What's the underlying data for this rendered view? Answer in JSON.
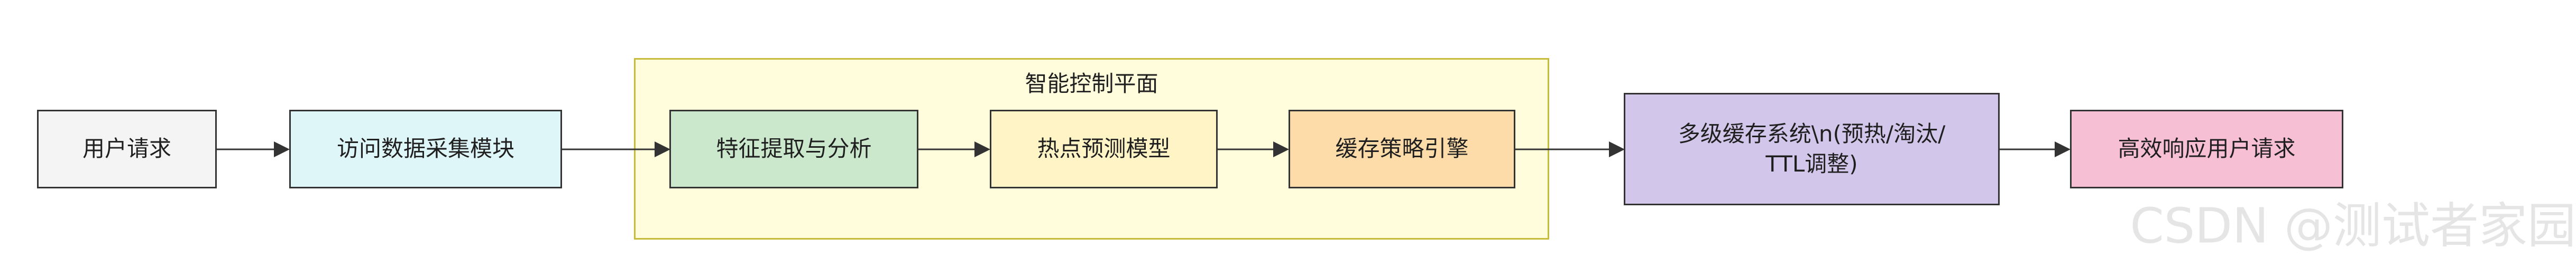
{
  "group": {
    "title": "智能控制平面",
    "color": "#fffddb",
    "border": "#c9bb3a"
  },
  "nodes": {
    "user_request": {
      "label": "用户请求",
      "color": "#f4f4f4"
    },
    "collect_module": {
      "label": "访问数据采集模块",
      "color": "#dff6f8"
    },
    "feature_extract": {
      "label": "特征提取与分析",
      "color": "#cbe8cc"
    },
    "hotspot_model": {
      "label": "热点预测模型",
      "color": "#fff4c6"
    },
    "cache_engine": {
      "label": "缓存策略引擎",
      "color": "#fedcaa"
    },
    "multi_cache": {
      "label": "多级缓存系统\\n(预热/淘汰/\nTTL调整)",
      "color": "#d2c6ea"
    },
    "response": {
      "label": "高效响应用户请求",
      "color": "#f7bfd4"
    }
  },
  "watermark": "CSDN @测试者家园"
}
